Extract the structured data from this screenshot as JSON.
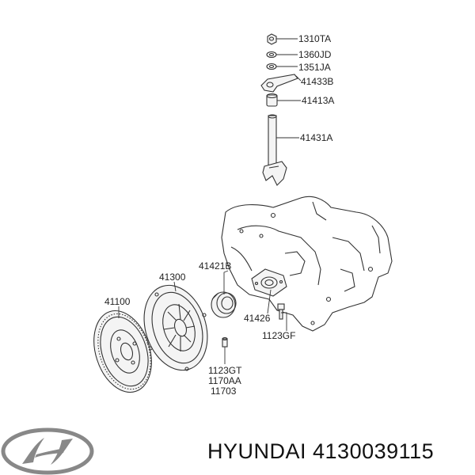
{
  "parts": [
    {
      "id": "p1310TA",
      "label": "1310TA"
    },
    {
      "id": "p1360JD",
      "label": "1360JD"
    },
    {
      "id": "p1351JA",
      "label": "1351JA"
    },
    {
      "id": "p41433B",
      "label": "41433B"
    },
    {
      "id": "p41413A",
      "label": "41413A"
    },
    {
      "id": "p41431A",
      "label": "41431A"
    },
    {
      "id": "p41421B",
      "label": "41421B"
    },
    {
      "id": "p41300",
      "label": "41300"
    },
    {
      "id": "p41100",
      "label": "41100"
    },
    {
      "id": "p41426",
      "label": "41426"
    },
    {
      "id": "p1123GF",
      "label": "1123GF"
    },
    {
      "id": "p1123GT",
      "label": "1123GT"
    },
    {
      "id": "p1170AA",
      "label": "1170AA"
    },
    {
      "id": "p11703",
      "label": "11703"
    }
  ],
  "footer": {
    "brand_text": "HYUNDAI 4130039115",
    "logo_icon": "hyundai-logo-icon"
  }
}
